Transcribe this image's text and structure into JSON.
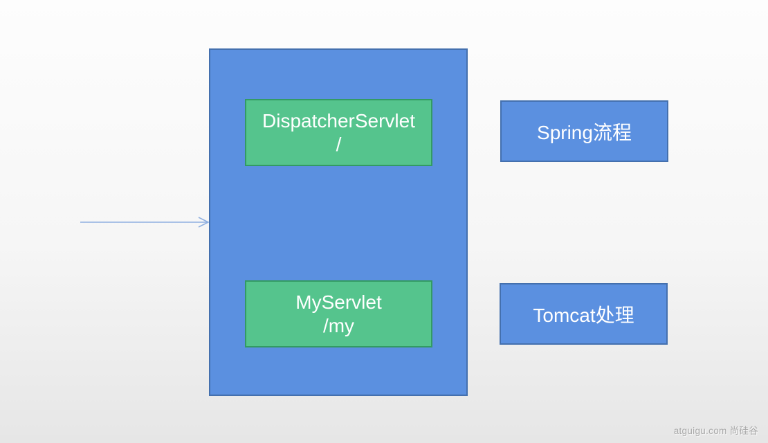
{
  "slide": {
    "main_container": {
      "servlet_boxes": [
        {
          "title": "DispatcherServlet",
          "path": "/"
        },
        {
          "title": "MyServlet",
          "path": "/my"
        }
      ]
    },
    "side_labels": [
      {
        "text": "Spring流程"
      },
      {
        "text": "Tomcat处理"
      }
    ]
  },
  "watermark": "atguigu.com 尚硅谷",
  "colors": {
    "box_blue_fill": "#5b90e0",
    "box_blue_border": "#4470ae",
    "box_green_fill": "#55c48d",
    "box_green_border": "#339b63",
    "arrow": "#8fafe0",
    "text_white": "#ffffff",
    "watermark_gray": "#a9a9a9"
  }
}
